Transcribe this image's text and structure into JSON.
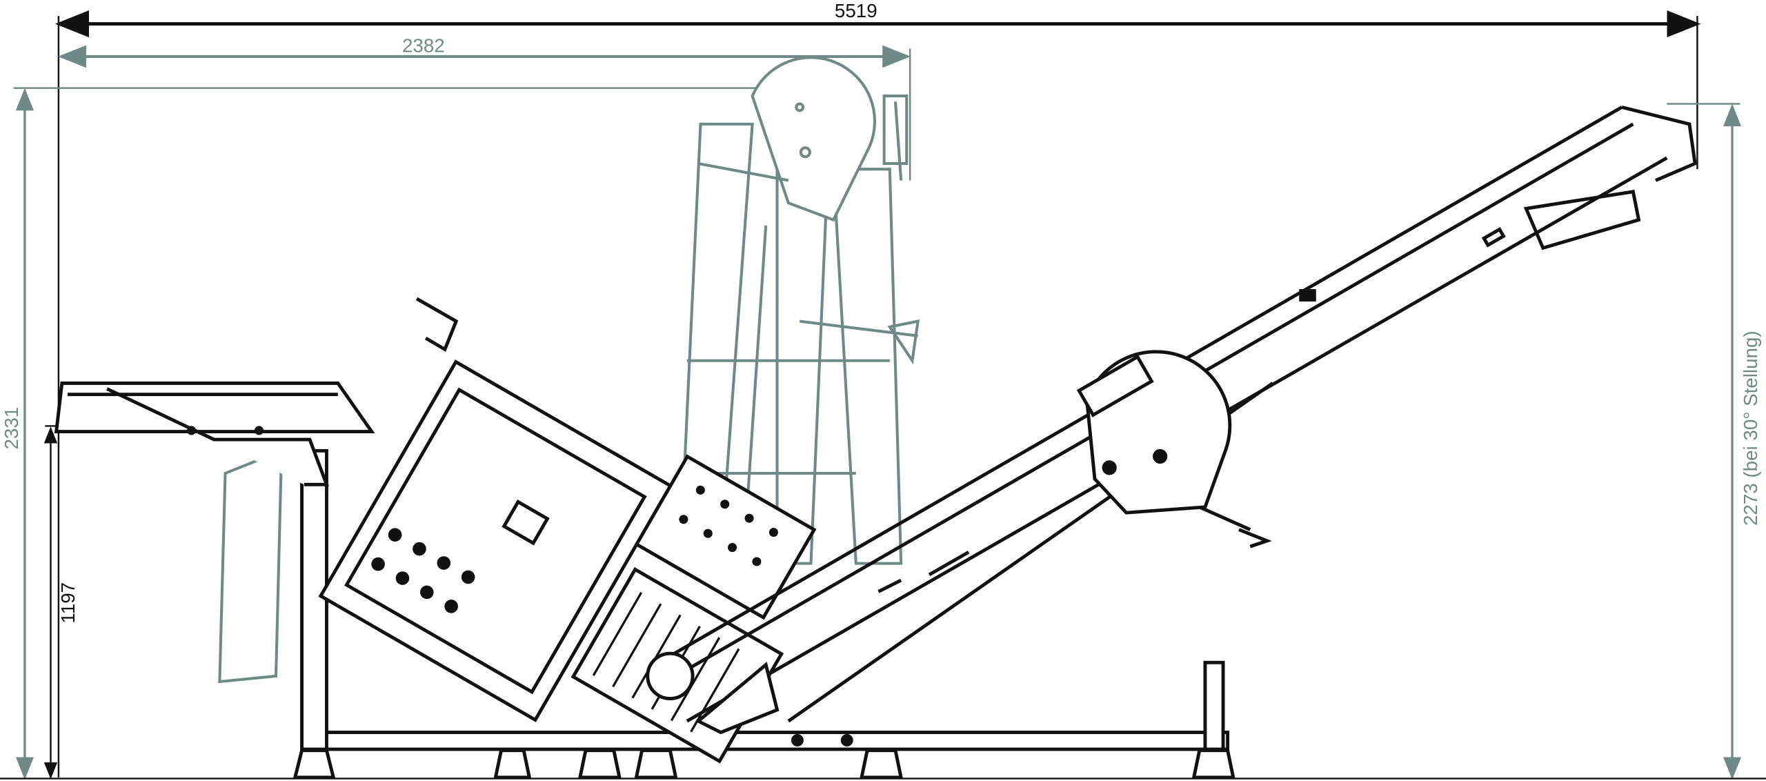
{
  "dimensions": {
    "overall_length": "5519",
    "mast_width": "2382",
    "overall_height": "2331",
    "table_height": "1197",
    "conveyor_height": "2273  (bei 30° Stellung)"
  },
  "colors": {
    "primary_line": "#111111",
    "secondary_line": "#6f8a86"
  }
}
